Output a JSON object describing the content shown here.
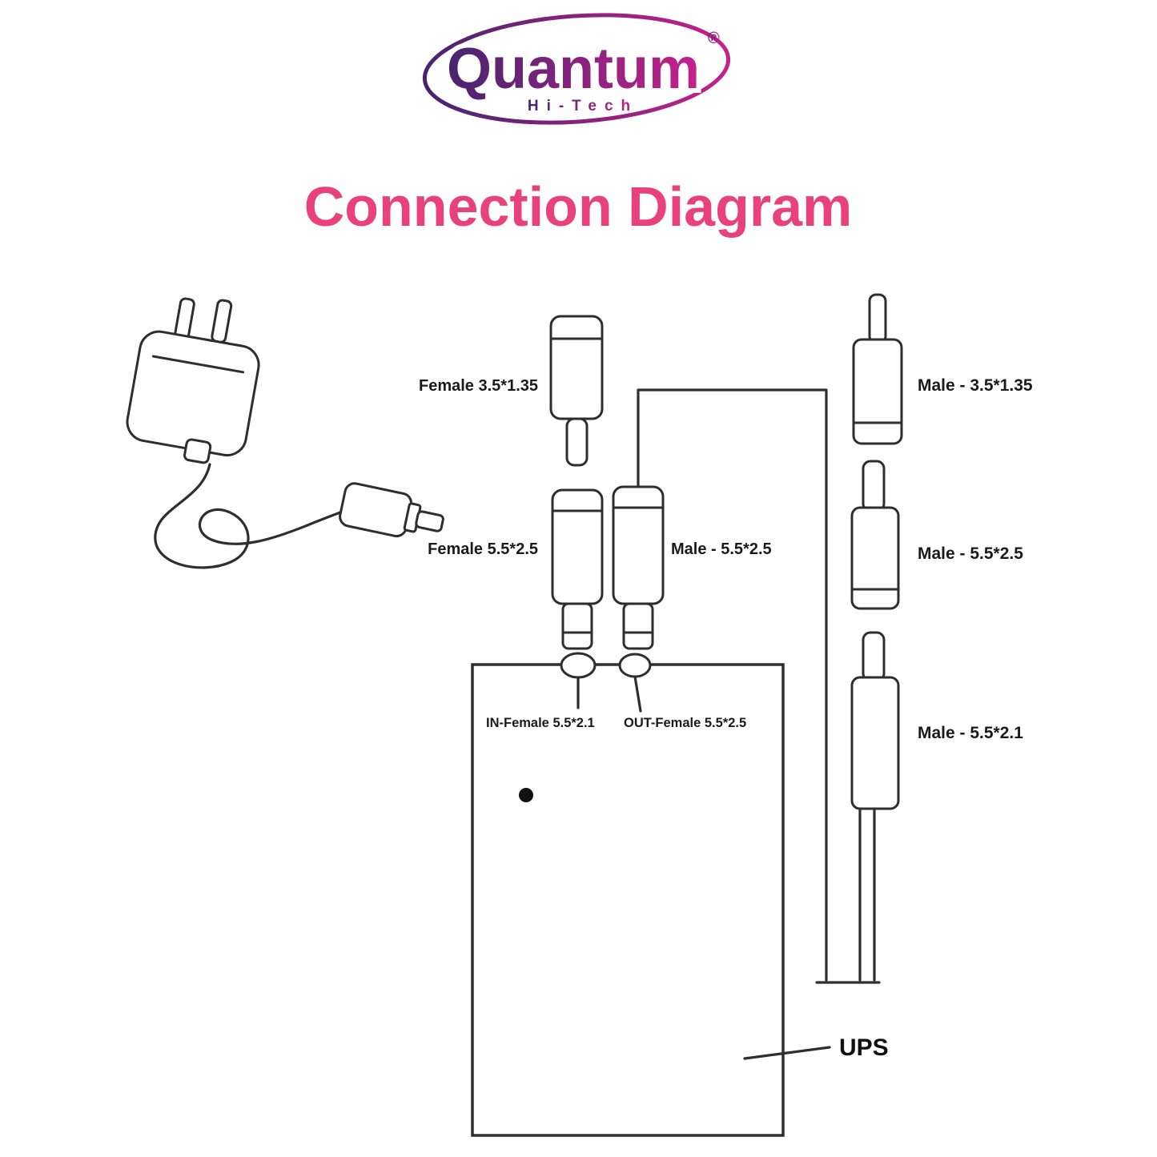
{
  "logo": {
    "brand": "Quantum",
    "registered": "®",
    "tagline": "Hi-Tech"
  },
  "title": "Connection Diagram",
  "connectors": {
    "female_3_5_1_35": {
      "label": "Female 3.5*1.35"
    },
    "female_5_5_2_5": {
      "label": "Female 5.5*2.5"
    },
    "male_5_5_2_5_center": {
      "label": "Male - 5.5*2.5"
    },
    "male_3_5_1_35_right": {
      "label": "Male - 3.5*1.35"
    },
    "male_5_5_2_5_right": {
      "label": "Male - 5.5*2.5"
    },
    "male_5_5_2_1_right": {
      "label": "Male - 5.5*2.1"
    }
  },
  "ups": {
    "in_port_label": "IN-Female 5.5*2.1",
    "out_port_label": "OUT-Female 5.5*2.5",
    "label": "UPS"
  },
  "colors": {
    "title": "#e8417c",
    "line": "#2e2e2e",
    "text": "#1a1a1a",
    "logo_gradient_start": "#46246e",
    "logo_gradient_end": "#c6218c"
  }
}
